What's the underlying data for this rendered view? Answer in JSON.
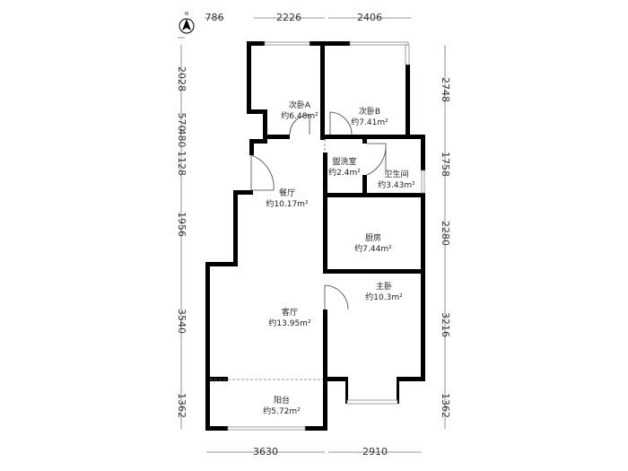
{
  "compass": {
    "label": "N"
  },
  "dimensions": {
    "top": [
      "786",
      "2226",
      "2406"
    ],
    "left": [
      "2028",
      "570",
      "480",
      "1128",
      "1956",
      "3540",
      "1362"
    ],
    "right": [
      "2748",
      "1758",
      "2280",
      "3216",
      "1362"
    ],
    "bottom": [
      "3630",
      "2910"
    ]
  },
  "rooms": [
    {
      "name": "次卧A",
      "area": "约6.48m²"
    },
    {
      "name": "次卧B",
      "area": "约7.41m²"
    },
    {
      "name": "盥洗室",
      "area": "约2.4m²"
    },
    {
      "name": "卫生间",
      "area": "约3.43m²"
    },
    {
      "name": "餐厅",
      "area": "约10.17m²"
    },
    {
      "name": "厨房",
      "area": "约7.44m²"
    },
    {
      "name": "主卧",
      "area": "约10.3m²"
    },
    {
      "name": "客厅",
      "area": "约13.95m²"
    },
    {
      "name": "阳台",
      "area": "约5.72m²"
    }
  ]
}
